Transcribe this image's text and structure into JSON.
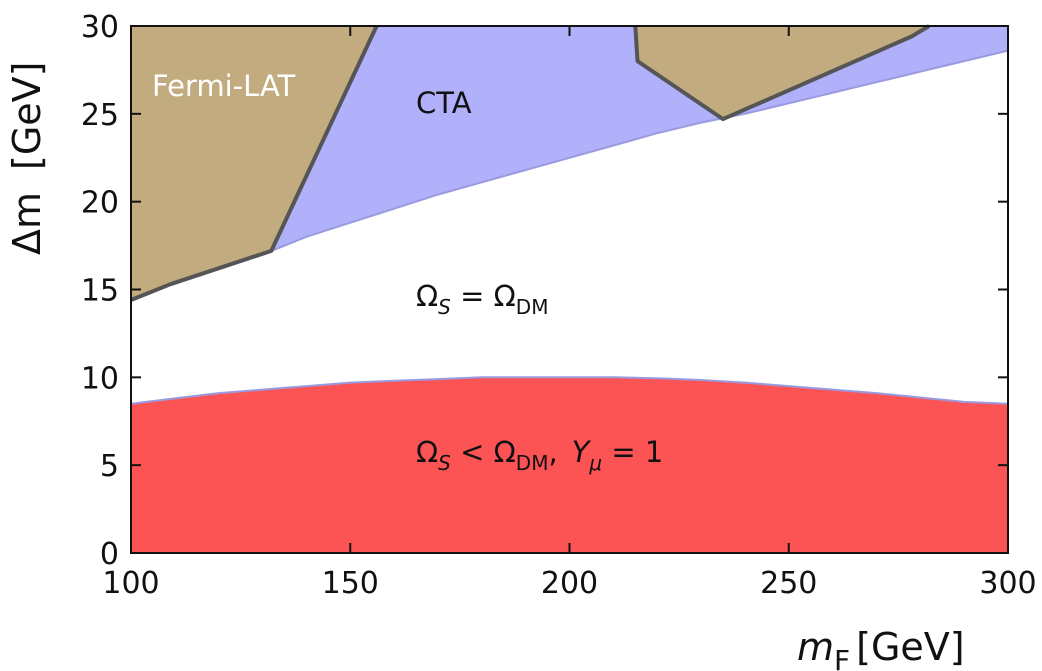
{
  "chart_data": {
    "type": "area",
    "xlabel_base": "m",
    "xlabel_sub": "F",
    "xlabel_unit": "[GeV]",
    "ylabel_main": "Δm",
    "ylabel_unit": "[GeV]",
    "xlim": [
      100,
      300
    ],
    "ylim": [
      0,
      30
    ],
    "x_ticks": [
      "100",
      "150",
      "200",
      "250",
      "300"
    ],
    "y_ticks": [
      "0",
      "5",
      "10",
      "15",
      "20",
      "25",
      "30"
    ],
    "grid": false,
    "series": [
      {
        "name": "Fermi-LAT",
        "color": "#c2ab7e",
        "edge_color": "#555555",
        "regions": [
          {
            "boundary": [
              [
                100,
                14.4
              ],
              [
                109,
                15.3
              ],
              [
                132,
                17.2
              ],
              [
                156,
                30
              ]
            ]
          },
          {
            "boundary": [
              [
                215,
                30
              ],
              [
                215.5,
                28
              ],
              [
                235,
                24.7
              ],
              [
                278,
                29.4
              ],
              [
                282,
                30
              ]
            ]
          }
        ]
      },
      {
        "name": "CTA",
        "color": "#b0b0fb",
        "edge_color": "#9a9ae0",
        "lower_boundary": [
          [
            132,
            17.2
          ],
          [
            140,
            18.0
          ],
          [
            150,
            18.8
          ],
          [
            160,
            19.6
          ],
          [
            170,
            20.4
          ],
          [
            180,
            21.1
          ],
          [
            190,
            21.8
          ],
          [
            200,
            22.5
          ],
          [
            210,
            23.2
          ],
          [
            220,
            23.9
          ],
          [
            230,
            24.5
          ],
          [
            240,
            25.0
          ],
          [
            250,
            25.6
          ],
          [
            260,
            26.2
          ],
          [
            270,
            26.8
          ],
          [
            280,
            27.4
          ],
          [
            290,
            28.0
          ],
          [
            300,
            28.6
          ]
        ]
      },
      {
        "name": "Ω_S < Ω_DM, Y_μ = 1",
        "color": "#fc5454",
        "edge_color": "#9a9ae0",
        "upper_boundary": [
          [
            100,
            8.5
          ],
          [
            110,
            8.8
          ],
          [
            120,
            9.1
          ],
          [
            130,
            9.3
          ],
          [
            140,
            9.5
          ],
          [
            150,
            9.7
          ],
          [
            160,
            9.8
          ],
          [
            170,
            9.9
          ],
          [
            180,
            10.0
          ],
          [
            190,
            10.0
          ],
          [
            200,
            10.0
          ],
          [
            210,
            10.0
          ],
          [
            220,
            9.95
          ],
          [
            230,
            9.85
          ],
          [
            240,
            9.7
          ],
          [
            250,
            9.5
          ],
          [
            260,
            9.3
          ],
          [
            270,
            9.1
          ],
          [
            280,
            8.85
          ],
          [
            290,
            8.6
          ],
          [
            300,
            8.5
          ]
        ]
      }
    ],
    "labels": {
      "fermi": "Fermi-LAT",
      "cta": "CTA",
      "omega": "Ω",
      "sub_s": "S",
      "sub_dm": "DM",
      "eq": " = ",
      "lt": " < ",
      "y": "Y",
      "sub_mu": "μ",
      "one": " = 1",
      "comma": ","
    }
  }
}
